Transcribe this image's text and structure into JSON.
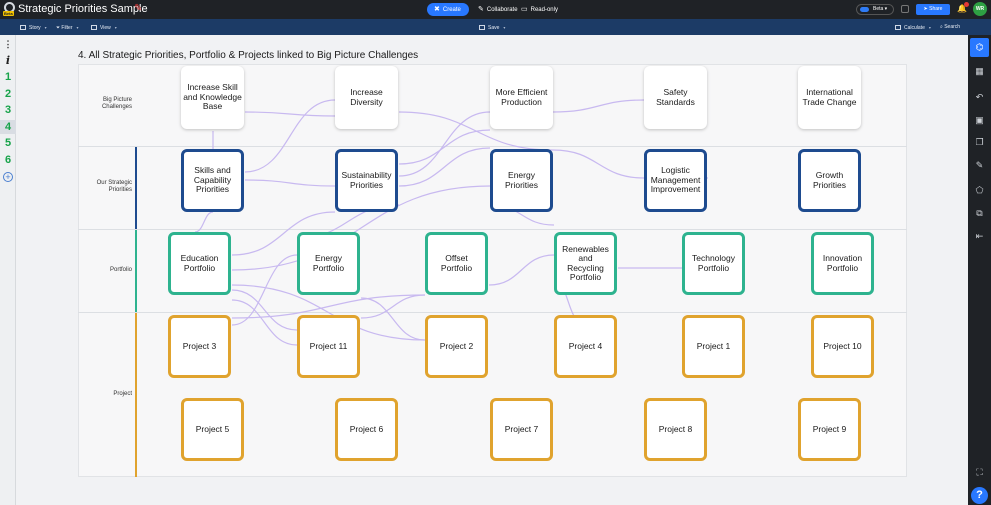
{
  "app": {
    "title": "Strategic Priorities Sample",
    "beta_badge": "Beta"
  },
  "modes": {
    "create": "Create",
    "collaborate": "Collaborate",
    "readonly": "Read-only"
  },
  "topbar_right": {
    "beta_toggle": "Beta",
    "share": "Share",
    "avatar_initials": "WR",
    "notification_count": ""
  },
  "toolbar": {
    "story": "Story",
    "filter": "Filter",
    "view": "View",
    "save": "Save",
    "calculate": "Calculate",
    "search": "Search"
  },
  "left_rail": {
    "items": [
      "1",
      "2",
      "3",
      "4",
      "5",
      "6"
    ],
    "selected": "4"
  },
  "page": {
    "heading": "4. All Strategic Priorities, Portfolio & Projects linked to Big Picture Challenges"
  },
  "lanes": {
    "big_picture": "Big Picture Challenges",
    "strategic": "Our Strategic Priorities",
    "portfolio": "Portfolio",
    "project": "Project"
  },
  "big_picture_challenges": [
    "Increase Skill and Knowledge Base",
    "Increase Diversity",
    "More Efficient Production",
    "Safety Standards",
    "International Trade Change"
  ],
  "strategic_priorities": [
    "Skills and Capability Priorities",
    "Sustainability Priorities",
    "Energy Priorities",
    "Logistic Management Improvement",
    "Growth Priorities"
  ],
  "portfolios": [
    "Education Portfolio",
    "Energy Portfolio",
    "Offset Portfolio",
    "Renewables and Recycling Portfolio",
    "Technology Portfolio",
    "Innovation Portfolio"
  ],
  "projects_row1": [
    "Project 3",
    "Project 11",
    "Project 2",
    "Project 4",
    "Project 1",
    "Project 10"
  ],
  "projects_row2": [
    "Project 5",
    "Project 6",
    "Project 7",
    "Project 8",
    "Project 9"
  ],
  "colors": {
    "strategic_border": "#1e4b8f",
    "portfolio_border": "#2eb38f",
    "project_border": "#e0a32e",
    "link": "#c8b9f0",
    "accent": "#2878ff"
  }
}
